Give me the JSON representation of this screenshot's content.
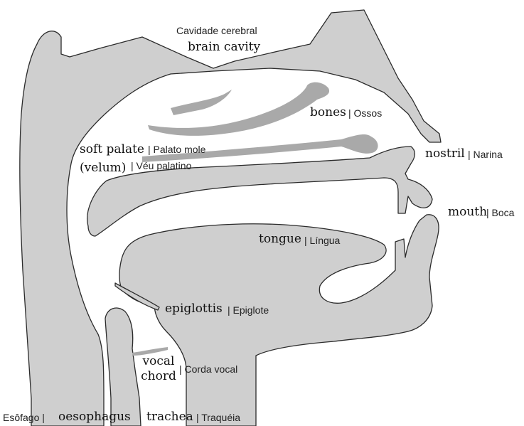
{
  "colors": {
    "tissue": "#cfcfcf",
    "bone": "#a9a9a9",
    "outline": "#2b2b2b",
    "background": "#ffffff"
  },
  "labels": {
    "brain_cavity_pt": "Cavidade cerebral",
    "brain_cavity_en": "brain cavity",
    "bones_en": "bones",
    "bones_pt": "| Ossos",
    "soft_palate_en": "soft palate",
    "soft_palate_pt": "| Palato mole",
    "velum_en": "(velum)",
    "velum_pt": "| Véu palatino",
    "nostril_en": "nostril",
    "nostril_pt": "| Narina",
    "mouth_en": "mouth",
    "mouth_pt": "| Boca",
    "tongue_en": "tongue",
    "tongue_pt": "| Língua",
    "epiglottis_en": "epiglottis",
    "epiglottis_pt": "| Epiglote",
    "vocal_en": "vocal",
    "chord_en": "chord",
    "vocal_chord_pt": "| Corda vocal",
    "oesophagus_pt": "Esôfago |",
    "oesophagus_en": "oesophagus",
    "trachea_en": "trachea",
    "trachea_pt": "| Traquéia"
  }
}
